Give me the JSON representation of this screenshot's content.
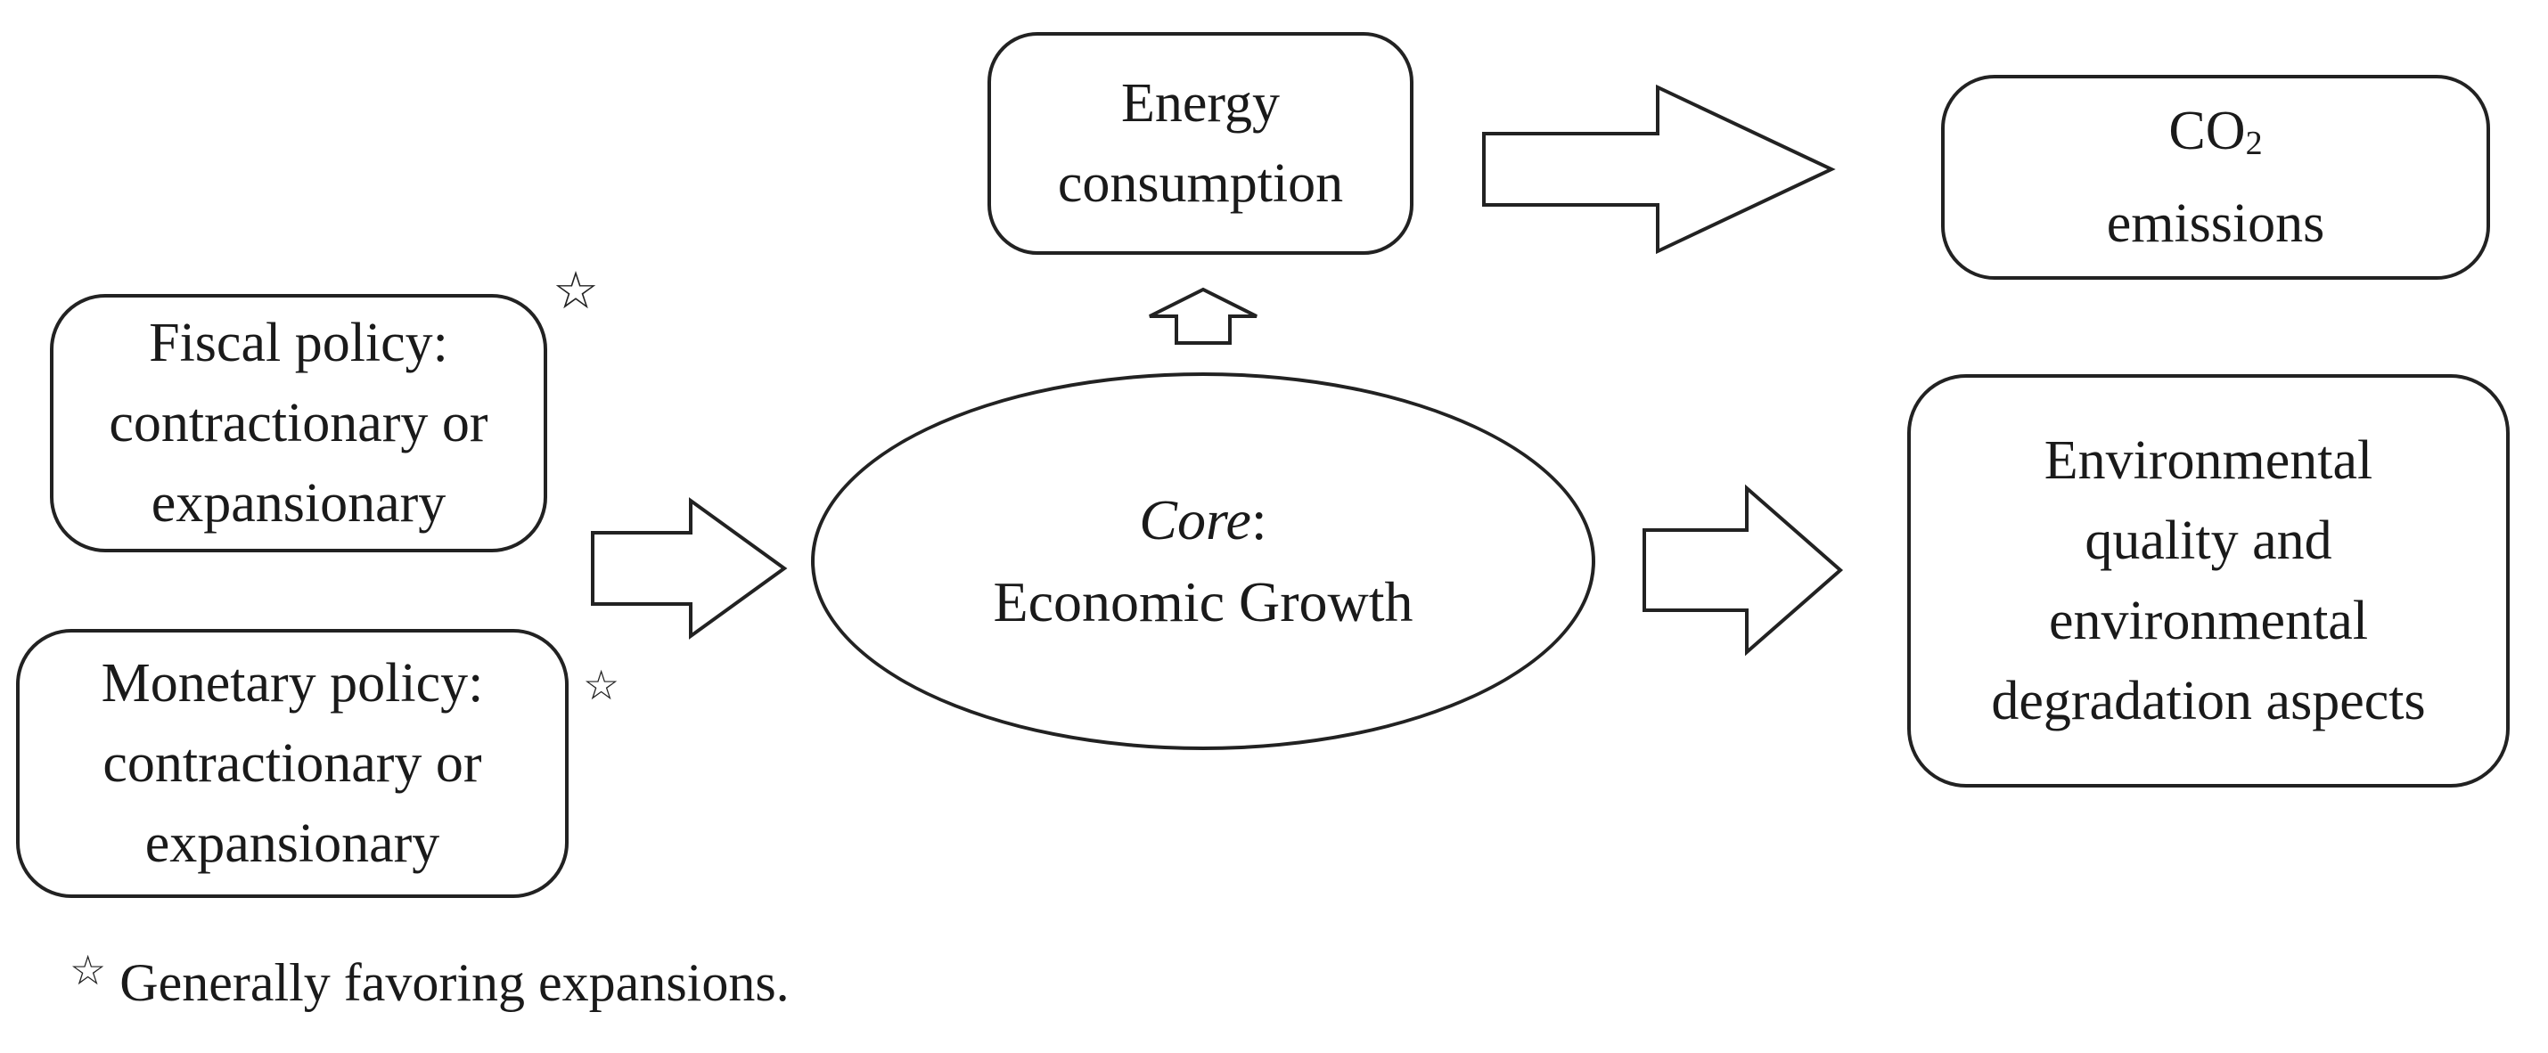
{
  "fiscal_policy": {
    "line1": "Fiscal policy:",
    "line2": "contractionary or",
    "line3": "expansionary"
  },
  "monetary_policy": {
    "line1": "Monetary policy:",
    "line2": "contractionary or",
    "line3": "expansionary"
  },
  "core": {
    "prefix": "Core",
    "suffix": ":",
    "label": "Economic Growth"
  },
  "energy": {
    "line1": "Energy",
    "line2": "consumption"
  },
  "co2": {
    "main": "CO",
    "subscript": "2",
    "line2": "emissions"
  },
  "environment": {
    "line1": "Environmental",
    "line2": "quality and",
    "line3": "environmental",
    "line4": "degradation aspects"
  },
  "star_symbol": "☆",
  "footnote": {
    "symbol": "☆",
    "text": "Generally favoring expansions."
  }
}
